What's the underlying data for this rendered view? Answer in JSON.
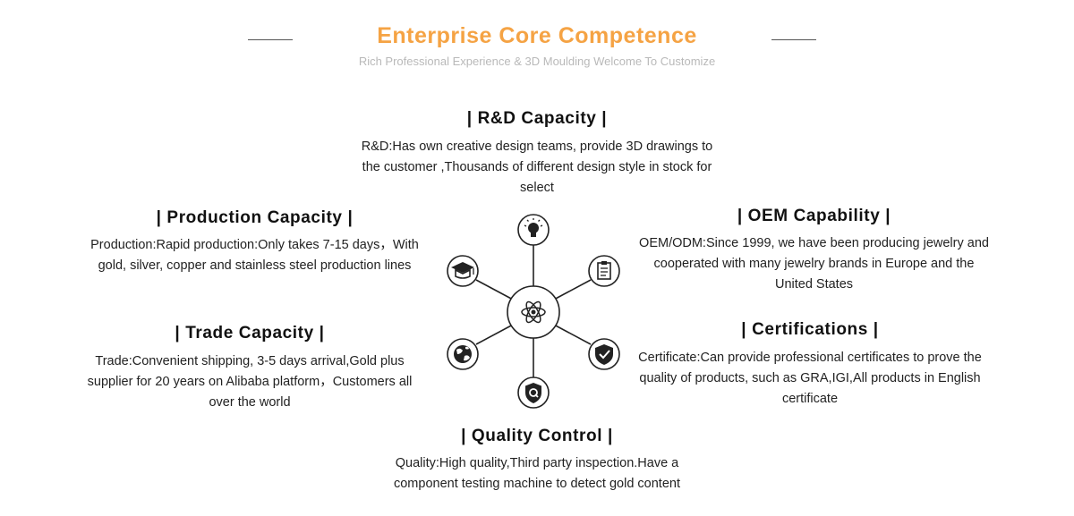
{
  "header": {
    "title": "Enterprise Core Competence",
    "subtitle": "Rich Professional Experience & 3D Moulding Welcome To Customize"
  },
  "sections": {
    "rd": {
      "title": "| R&D Capacity |",
      "text": "R&D:Has own creative design teams, provide 3D drawings to the customer ,Thousands of different design style in stock for select"
    },
    "production": {
      "title": "| Production Capacity |",
      "text": "Production:Rapid production:Only takes 7-15 days，With gold, silver, copper and stainless steel production lines"
    },
    "oem": {
      "title": "| OEM Capability |",
      "text": "OEM/ODM:Since 1999, we have been producing jewelry and cooperated with many jewelry brands in Europe and the United States"
    },
    "trade": {
      "title": "| Trade Capacity |",
      "text": "Trade:Convenient shipping, 3-5 days arrival,Gold plus supplier for 20 years on Alibaba platform，Customers all over the world"
    },
    "cert": {
      "title": "| Certifications |",
      "text": "Certificate:Can provide professional certificates to prove the quality of products, such as GRA,IGI,All products in English certificate"
    },
    "quality": {
      "title": "| Quality Control |",
      "text": "Quality:High quality,Third party inspection.Have a component testing machine to detect gold content"
    },
    "hub_icons": [
      "atom-icon",
      "lightbulb-icon",
      "clipboard-icon",
      "shield-check-icon",
      "quality-q-icon",
      "globe-icon",
      "graduation-cap-icon"
    ]
  },
  "colors": {
    "accent": "#f5a344",
    "subtitle": "#b9b9b9",
    "icon": "#222222"
  }
}
